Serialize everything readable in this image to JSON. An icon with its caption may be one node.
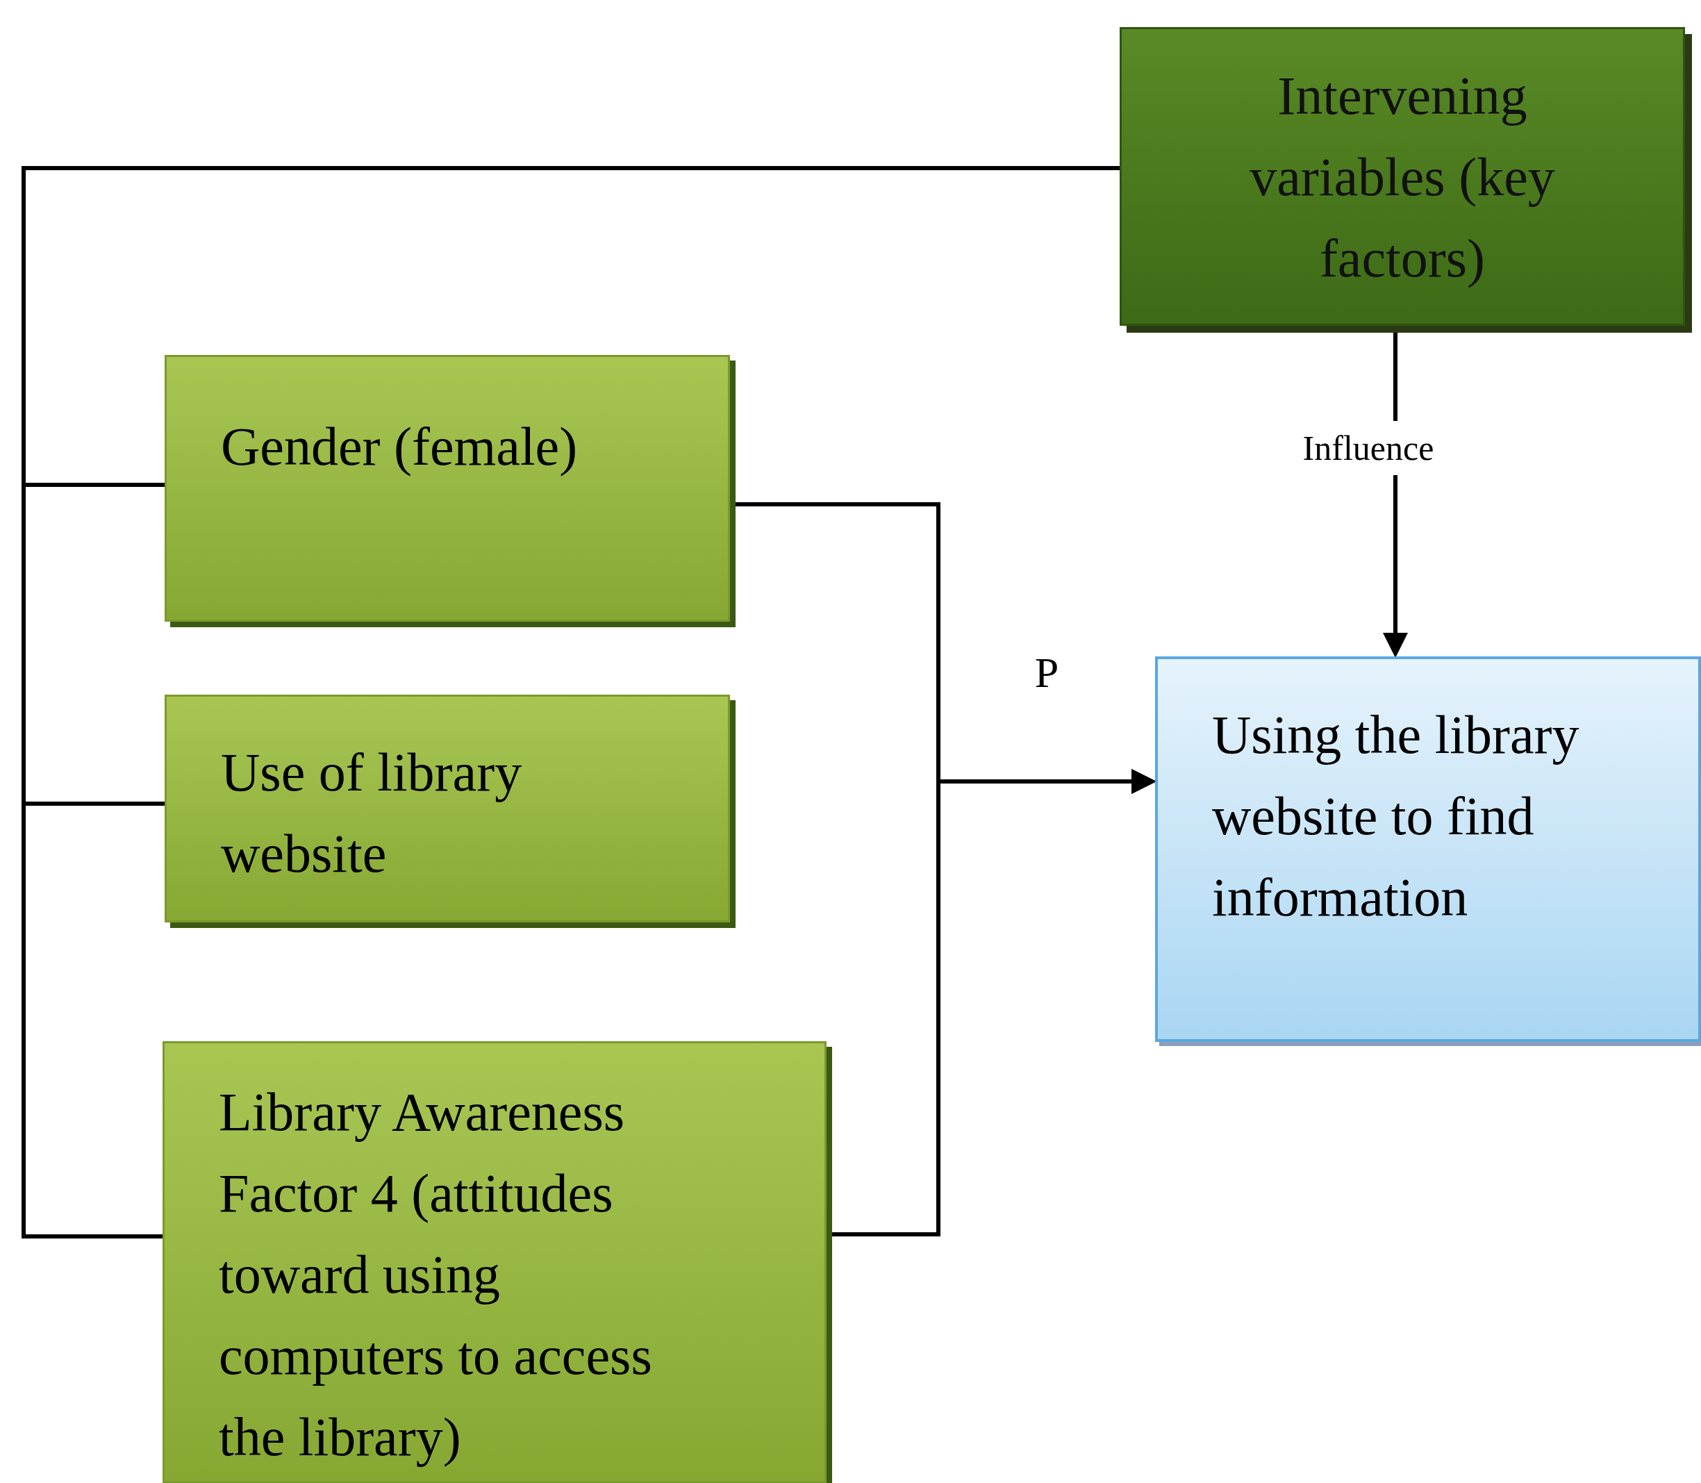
{
  "diagram": {
    "nodes": [
      {
        "text": [
          "Intervening variables (key factors)"
        ]
      },
      {
        "text": [
          "Gender (female)"
        ]
      },
      {
        "text": [
          "Use of library website"
        ]
      },
      {
        "text": [
          "Library Awareness Factor 4 (attitudes toward using computers to access the library)"
        ]
      },
      {
        "text": [
          "Using the library website to find information"
        ]
      }
    ],
    "edges": [
      {
        "from": 0,
        "to": 1,
        "arrow": "none"
      },
      {
        "from": 0,
        "to": 2,
        "arrow": "none"
      },
      {
        "from": 0,
        "to": 3,
        "arrow": "none"
      },
      {
        "from": 1,
        "to": 4,
        "arrow": "to",
        "label": "P"
      },
      {
        "from": 3,
        "to": 4,
        "arrow": "to"
      },
      {
        "from": 0,
        "to": 4,
        "arrow": "to",
        "label": "Influence"
      }
    ]
  }
}
